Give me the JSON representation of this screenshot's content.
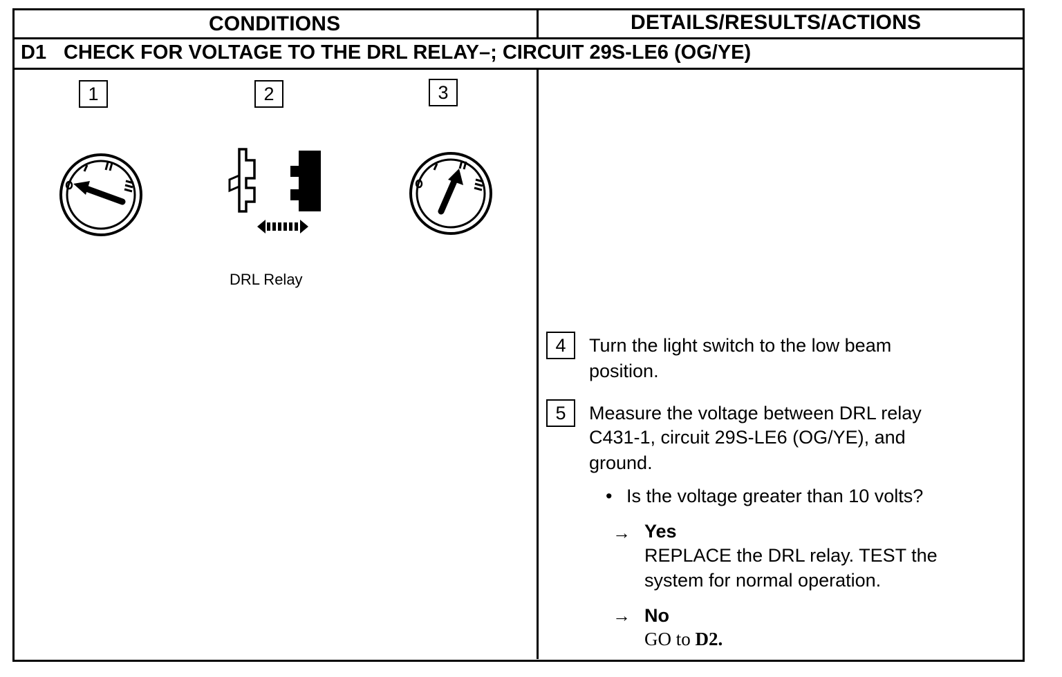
{
  "header": {
    "conditions": "CONDITIONS",
    "details": "DETAILS/RESULTS/ACTIONS"
  },
  "step": {
    "code": "D1",
    "title": "CHECK FOR VOLTAGE TO THE DRL RELAY–; CIRCUIT 29S-LE6 (OG/YE)"
  },
  "figures": {
    "numbers": [
      "1",
      "2",
      "3"
    ],
    "icons": [
      "ignition-switch-off-icon",
      "relay-connector-icon",
      "ignition-switch-run-icon"
    ],
    "relay_caption": "DRL Relay"
  },
  "actions": {
    "step4": {
      "num": "4",
      "text": "Turn the light switch to the low beam position."
    },
    "step5": {
      "num": "5",
      "line1": "Measure the voltage between DRL relay",
      "line2": "C431-1, circuit 29S-LE6 (OG/YE), and",
      "line3": "ground."
    },
    "question": "Is the voltage greater than 10 volts?",
    "yes": {
      "label": "Yes",
      "line1": "REPLACE the DRL relay. TEST the",
      "line2": "system for normal operation."
    },
    "no": {
      "label": "No",
      "goto_text": "GO to",
      "goto_target": "D2."
    }
  }
}
